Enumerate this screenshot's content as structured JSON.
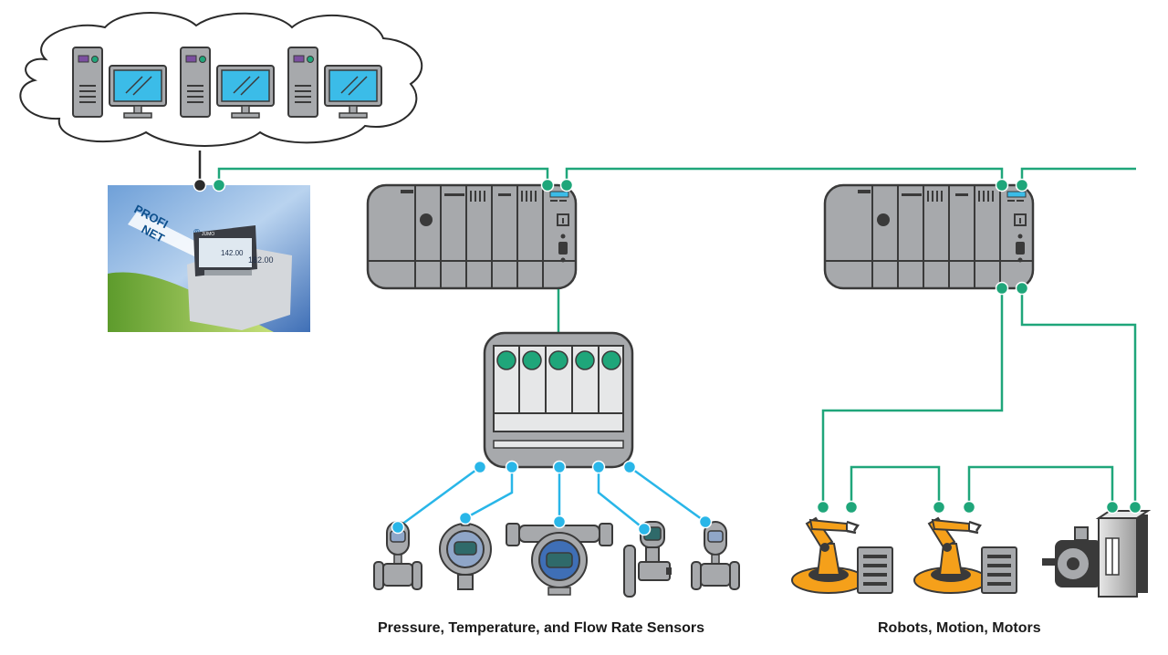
{
  "photo": {
    "logo_line1": "PROFI",
    "logo_line2": "NET",
    "logo_mark": "®",
    "device_brand": "JUMO",
    "display_value_1": "142.00",
    "display_value_2": "182.00"
  },
  "captions": {
    "sensors": "Pressure, Temperature, and Flow Rate Sensors",
    "robots": "Robots, Motion, Motors"
  },
  "colors": {
    "network_green": "#1fa67a",
    "sensor_blue": "#29b6e8",
    "device_gray": "#a7a9ac",
    "outline": "#3a3a3a",
    "robot_orange": "#f5a01a",
    "screen_blue": "#3bbce8"
  },
  "icons": {
    "computers": [
      "server-tower-icon",
      "monitor-icon"
    ],
    "plc": "plc-controller-icon",
    "io": "io-module-icon",
    "sensors": [
      "flow-meter-icon",
      "pressure-transmitter-icon",
      "temperature-transmitter-icon"
    ],
    "robots": [
      "robot-arm-icon",
      "servo-drive-icon",
      "servo-motor-icon"
    ]
  }
}
